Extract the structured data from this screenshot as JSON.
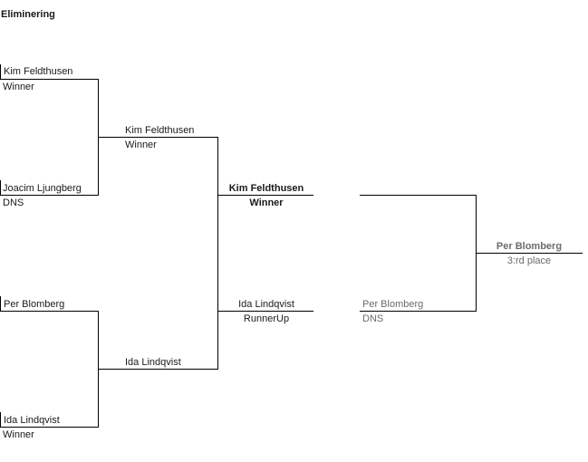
{
  "title": "Eliminering",
  "round1": [
    {
      "name": "Kim Feldthusen",
      "status": "Winner"
    },
    {
      "name": "Joacim Ljungberg",
      "status": "DNS"
    },
    {
      "name": "Per Blomberg",
      "status": ""
    },
    {
      "name": "Ida Lindqvist",
      "status": "Winner"
    }
  ],
  "round2": [
    {
      "name": "Kim Feldthusen",
      "status": "Winner"
    },
    {
      "name": "Ida Lindqvist",
      "status": ""
    }
  ],
  "final": [
    {
      "name": "Kim Feldthusen",
      "status": "Winner"
    },
    {
      "name": "Ida Lindqvist",
      "status": "RunnerUp"
    }
  ],
  "third_place_match": [
    {
      "name": "",
      "status": ""
    },
    {
      "name": "Per Blomberg",
      "status": "DNS"
    }
  ],
  "third_place_result": {
    "name": "Per Blomberg",
    "status": "3:rd place"
  }
}
